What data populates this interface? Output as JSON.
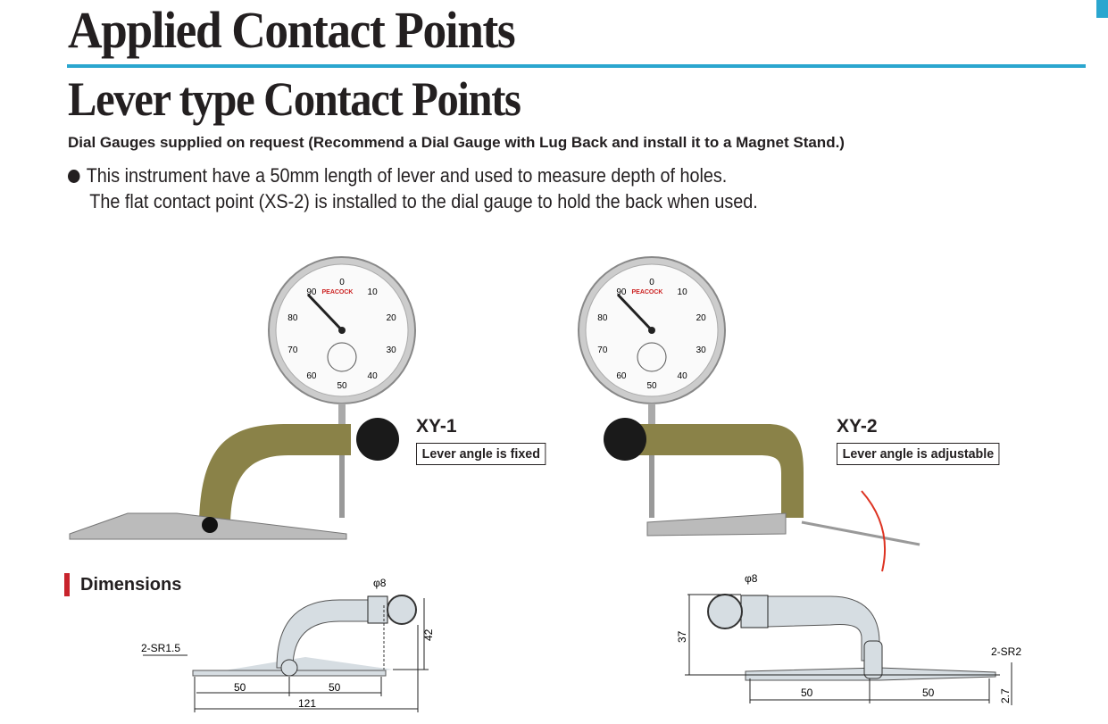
{
  "header": {
    "title": "Applied Contact Points",
    "subtitle": "Lever type Contact Points"
  },
  "intro": "Dial Gauges supplied on request (Recommend a Dial Gauge with Lug Back and install it to a Magnet Stand.)",
  "bullet": {
    "line1": "This instrument have a 50mm length of lever and used to measure depth of holes.",
    "line2": "The flat contact point (XS-2) is installed to the dial gauge to hold the back when used."
  },
  "products": [
    {
      "model": "XY-1",
      "note": "Lever angle is fixed"
    },
    {
      "model": "XY-2",
      "note": "Lever angle is adjustable"
    }
  ],
  "dial": {
    "brand": "PEACOCK",
    "scale": [
      "0",
      "10",
      "20",
      "30",
      "40",
      "50",
      "60",
      "70",
      "80",
      "90"
    ]
  },
  "dimensions": {
    "heading": "Dimensions",
    "xy1": {
      "sr": "2-SR1.5",
      "phi": "φ8",
      "height": "42",
      "left": "50",
      "right": "50",
      "total": "121"
    },
    "xy2": {
      "sr": "2-SR2",
      "phi": "φ8",
      "height": "37",
      "left": "50",
      "right": "50",
      "offset": "2.7"
    }
  },
  "colors": {
    "accent": "#2aa6cf",
    "section_bar": "#c8232c",
    "body": "#8a8248"
  }
}
